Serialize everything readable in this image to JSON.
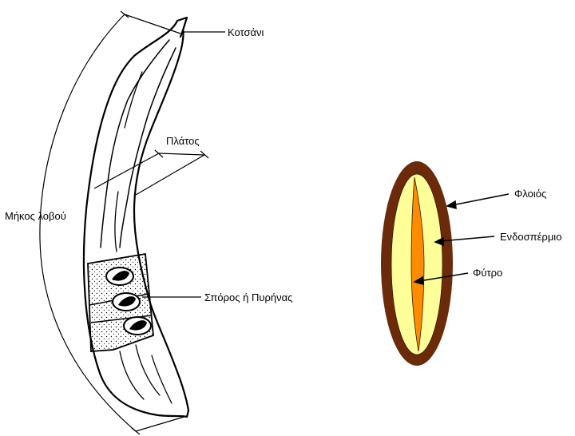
{
  "pod_labels": {
    "stem": "Κοτσάνι",
    "width": "Πλάτος",
    "pod_length": "Μήκος λοβού",
    "seed_or_kernel": "Σπόρος ή Πυρήνας"
  },
  "seed_labels": {
    "coat": "Φλοιός",
    "endosperm": "Ενδοσπέρμιο",
    "germ": "Φύτρο"
  },
  "colors": {
    "line": "#000000",
    "coat": "#6b2a0a",
    "endosperm": "#ffff99",
    "germ": "#ff8c00"
  }
}
